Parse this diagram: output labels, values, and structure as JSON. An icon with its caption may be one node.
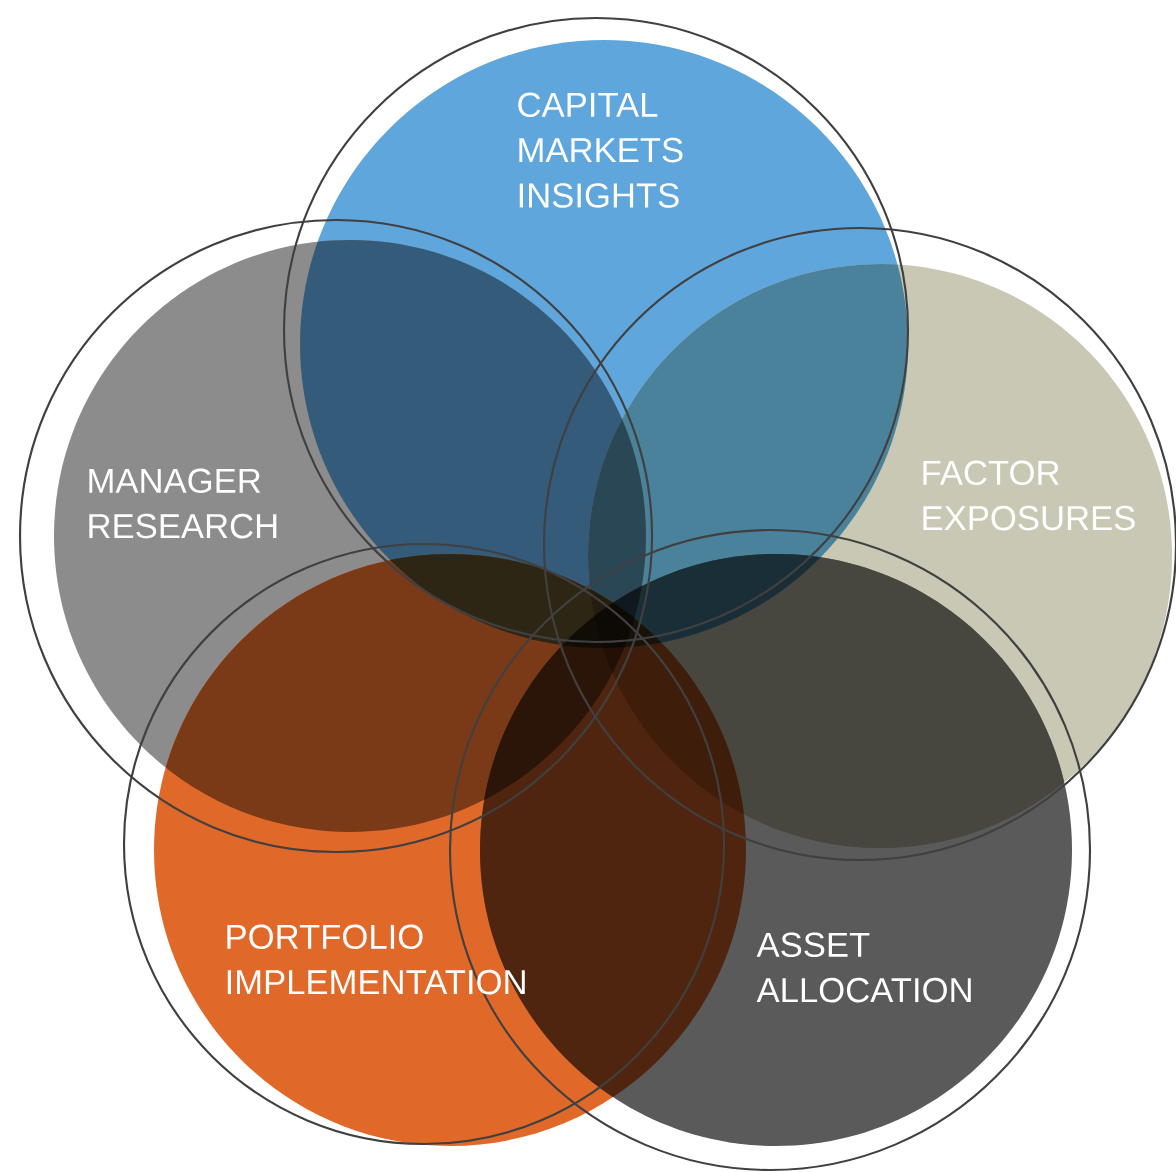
{
  "diagram": {
    "nodes": [
      {
        "text": [
          "CAPITAL MARKETS INSIGHTS"
        ]
      },
      {
        "text": [
          "MANAGER RESEARCH"
        ]
      },
      {
        "text": [
          "FACTOR EXPOSURES"
        ]
      },
      {
        "text": [
          "PORTFOLIO IMPLEMENTATION"
        ]
      },
      {
        "text": [
          "ASSET ALLOCATION"
        ]
      }
    ]
  }
}
